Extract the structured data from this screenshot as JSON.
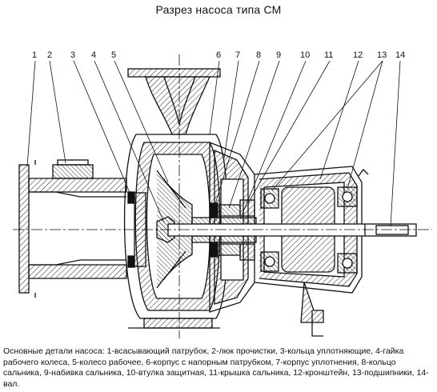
{
  "title": "Разрез насоса типа СМ",
  "part_numbers": [
    "1",
    "2",
    "3",
    "4",
    "5",
    "6",
    "7",
    "8",
    "9",
    "10",
    "11",
    "12",
    "13",
    "14"
  ],
  "caption": "Основные детали насоса: 1-всасывающий патрубок, 2-люк прочистки, 3-кольца уплотняющие, 4-гайка рабочего колеса, 5-колесо рабочее, 6-корпус с напорным патрубком, 7-корпус уплотнения, 8-кольцо сальника, 9-набивка сальника, 10-втулка защитная, 11-крышка сальника, 12-кронштейн, 13-подшипники, 14-вал."
}
